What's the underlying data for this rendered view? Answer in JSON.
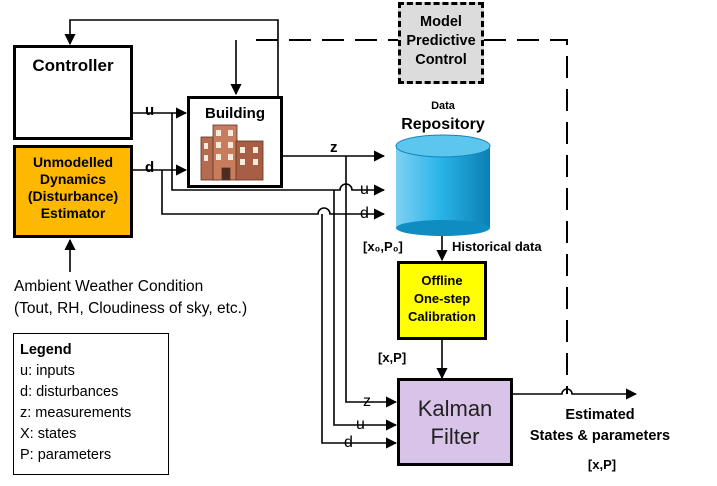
{
  "blocks": {
    "controller": "Controller",
    "estimator": "Unmodelled\nDynamics\n(Disturbance)\nEstimator",
    "building": "Building",
    "mpc": "Model\nPredictive\nControl",
    "repository_small": "Data",
    "repository": "Repository",
    "offline": "Offline\nOne-step\nCalibration",
    "kalman": "Kalman\nFilter"
  },
  "signals": {
    "u_controller": "u",
    "d_estimator": "d",
    "z_building": "z",
    "u_repo": "u",
    "d_repo": "d",
    "x0p0": "[x₀,P₀]",
    "historical": "Historical data",
    "xp_calib": "[x,P]",
    "z_kalman": "z",
    "u_kalman": "u",
    "d_kalman": "d",
    "estimated": "Estimated\nStates & parameters",
    "xp_out": "[x,P]"
  },
  "weather": {
    "line1": "Ambient Weather Condition",
    "line2": "(Tout, RH, Cloudiness of sky, etc.)"
  },
  "legend": {
    "title": "Legend",
    "items": [
      "u: inputs",
      "d: disturbances",
      "z: measurements",
      "X: states",
      "P: parameters"
    ]
  },
  "colors": {
    "estimator_fill": "#ffb800",
    "offline_fill": "#ffff00",
    "kalman_fill": "#d9c3e9",
    "mpc_fill": "#dcdcdc",
    "repository_fill": "#1fa8dc"
  }
}
